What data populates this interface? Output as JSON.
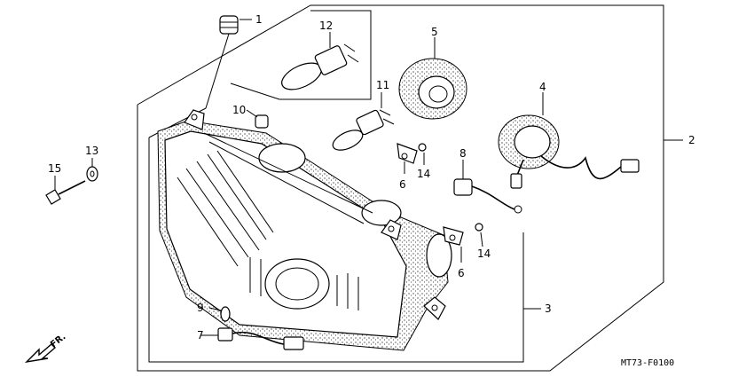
{
  "callouts": {
    "c1": "1",
    "c2": "2",
    "c3": "3",
    "c4": "4",
    "c5": "5",
    "c6a": "6",
    "c6b": "6",
    "c7": "7",
    "c8": "8",
    "c9": "9",
    "c10": "10",
    "c11": "11",
    "c12": "12",
    "c13": "13",
    "c14a": "14",
    "c14b": "14",
    "c15": "15"
  },
  "direction_label": "FR.",
  "diagram_code": "MT73-F0100"
}
